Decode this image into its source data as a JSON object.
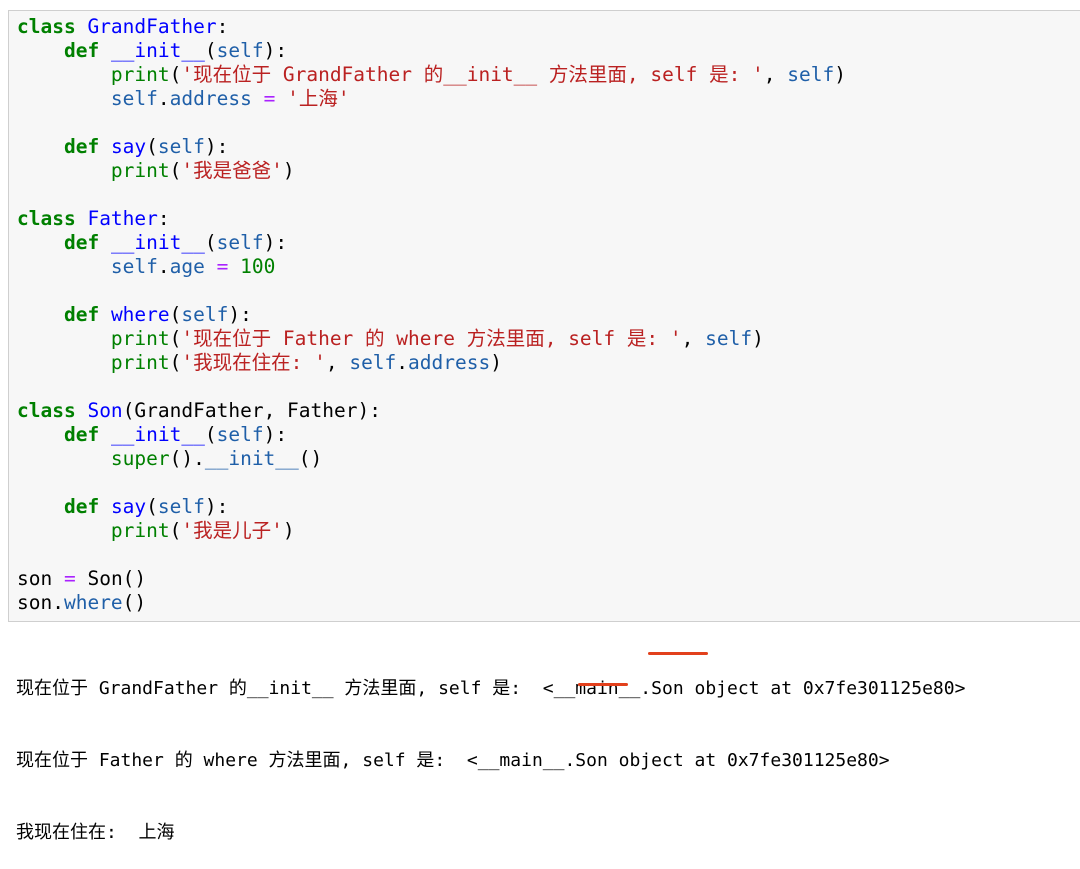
{
  "code_cell": {
    "lines": [
      [
        [
          "kw",
          "class "
        ],
        [
          "cls",
          "GrandFather"
        ],
        [
          "p",
          ":"
        ]
      ],
      [
        [
          "p",
          "    "
        ],
        [
          "kw",
          "def "
        ],
        [
          "fn",
          "__init__"
        ],
        [
          "p",
          "("
        ],
        [
          "self",
          "self"
        ],
        [
          "p",
          "):"
        ]
      ],
      [
        [
          "p",
          "        "
        ],
        [
          "bi",
          "print"
        ],
        [
          "p",
          "("
        ],
        [
          "str",
          "'现在位于 GrandFather 的__init__ 方法里面, self 是: '"
        ],
        [
          "p",
          ", "
        ],
        [
          "self",
          "self"
        ],
        [
          "p",
          ")"
        ]
      ],
      [
        [
          "p",
          "        "
        ],
        [
          "self",
          "self"
        ],
        [
          "p",
          "."
        ],
        [
          "attr",
          "address"
        ],
        [
          "p",
          " "
        ],
        [
          "op",
          "="
        ],
        [
          "p",
          " "
        ],
        [
          "str",
          "'上海'"
        ]
      ],
      [],
      [
        [
          "p",
          "    "
        ],
        [
          "kw",
          "def "
        ],
        [
          "fn",
          "say"
        ],
        [
          "p",
          "("
        ],
        [
          "self",
          "self"
        ],
        [
          "p",
          "):"
        ]
      ],
      [
        [
          "p",
          "        "
        ],
        [
          "bi",
          "print"
        ],
        [
          "p",
          "("
        ],
        [
          "str",
          "'我是爸爸'"
        ],
        [
          "p",
          ")"
        ]
      ],
      [],
      [
        [
          "kw",
          "class "
        ],
        [
          "cls",
          "Father"
        ],
        [
          "p",
          ":"
        ]
      ],
      [
        [
          "p",
          "    "
        ],
        [
          "kw",
          "def "
        ],
        [
          "fn",
          "__init__"
        ],
        [
          "p",
          "("
        ],
        [
          "self",
          "self"
        ],
        [
          "p",
          "):"
        ]
      ],
      [
        [
          "p",
          "        "
        ],
        [
          "self",
          "self"
        ],
        [
          "p",
          "."
        ],
        [
          "attr",
          "age"
        ],
        [
          "p",
          " "
        ],
        [
          "op",
          "="
        ],
        [
          "p",
          " "
        ],
        [
          "num",
          "100"
        ]
      ],
      [],
      [
        [
          "p",
          "    "
        ],
        [
          "kw",
          "def "
        ],
        [
          "fn",
          "where"
        ],
        [
          "p",
          "("
        ],
        [
          "self",
          "self"
        ],
        [
          "p",
          "):"
        ]
      ],
      [
        [
          "p",
          "        "
        ],
        [
          "bi",
          "print"
        ],
        [
          "p",
          "("
        ],
        [
          "str",
          "'现在位于 Father 的 where 方法里面, self 是: '"
        ],
        [
          "p",
          ", "
        ],
        [
          "self",
          "self"
        ],
        [
          "p",
          ")"
        ]
      ],
      [
        [
          "p",
          "        "
        ],
        [
          "bi",
          "print"
        ],
        [
          "p",
          "("
        ],
        [
          "str",
          "'我现在住在: '"
        ],
        [
          "p",
          ", "
        ],
        [
          "self",
          "self"
        ],
        [
          "p",
          "."
        ],
        [
          "attr",
          "address"
        ],
        [
          "p",
          ")"
        ]
      ],
      [],
      [
        [
          "kw",
          "class "
        ],
        [
          "cls",
          "Son"
        ],
        [
          "p",
          "(GrandFather, Father):"
        ]
      ],
      [
        [
          "p",
          "    "
        ],
        [
          "kw",
          "def "
        ],
        [
          "fn",
          "__init__"
        ],
        [
          "p",
          "("
        ],
        [
          "self",
          "self"
        ],
        [
          "p",
          "):"
        ]
      ],
      [
        [
          "p",
          "        "
        ],
        [
          "bi",
          "super"
        ],
        [
          "p",
          "()."
        ],
        [
          "attr",
          "__init__"
        ],
        [
          "p",
          "()"
        ]
      ],
      [],
      [
        [
          "p",
          "    "
        ],
        [
          "kw",
          "def "
        ],
        [
          "fn",
          "say"
        ],
        [
          "p",
          "("
        ],
        [
          "self",
          "self"
        ],
        [
          "p",
          "):"
        ]
      ],
      [
        [
          "p",
          "        "
        ],
        [
          "bi",
          "print"
        ],
        [
          "p",
          "("
        ],
        [
          "str",
          "'我是儿子'"
        ],
        [
          "p",
          ")"
        ]
      ],
      [],
      [
        [
          "p",
          "son "
        ],
        [
          "op",
          "="
        ],
        [
          "p",
          " Son()"
        ]
      ],
      [
        [
          "p",
          "son."
        ],
        [
          "attr",
          "where"
        ],
        [
          "p",
          "()"
        ]
      ]
    ]
  },
  "output": {
    "lines": [
      "现在位于 GrandFather 的__init__ 方法里面, self 是:  <__main__.Son object at 0x7fe301125e80>",
      "现在位于 Father 的 where 方法里面, self 是:  <__main__.Son object at 0x7fe301125e80>",
      "我现在住在:  上海"
    ]
  },
  "colors": {
    "annotation_underline": "#e2401c",
    "cell_background": "#f7f7f7"
  }
}
